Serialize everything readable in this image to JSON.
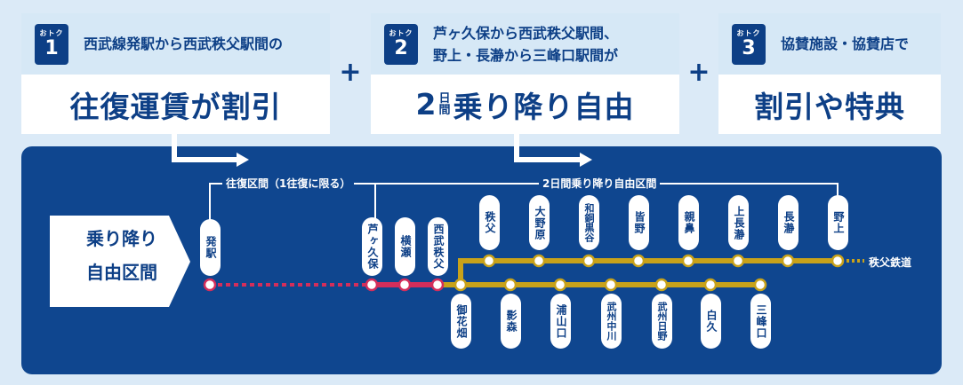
{
  "benefits": [
    {
      "badge_small": "おトク",
      "badge_num": "1",
      "description": "西武線発駅から西武秩父駅間の",
      "main": "往復運賃が割引"
    },
    {
      "badge_small": "おトク",
      "badge_num": "2",
      "description_line1": "芦ヶ久保から西武秩父駅間、",
      "description_line2": "野上・長瀞から三峰口駅間が",
      "main_num": "2",
      "main_days": "日間",
      "main_rest": "乗り降り自由"
    },
    {
      "badge_small": "おトク",
      "badge_num": "3",
      "description": "協賛施設・協賛店で",
      "main": "割引や特典"
    }
  ],
  "plus": "+",
  "diagram": {
    "flag_line1": "乗り降り",
    "flag_line2": "自由区間",
    "round_trip_label": "往復区間（1往復に限る）",
    "free_label": "2日間乗り降り自由区間",
    "ext_label": "秩父鉄道",
    "seibu_stations": [
      "発駅",
      "芦ヶ久保",
      "横瀬",
      "西武秩父"
    ],
    "upper_stations": [
      "秩父",
      "大野原",
      "和銅黒谷",
      "皆野",
      "親鼻",
      "上長瀞",
      "長瀞",
      "野上"
    ],
    "lower_stations": [
      "御花畑",
      "影森",
      "浦山口",
      "武州中川",
      "武州日野",
      "白久",
      "三峰口"
    ],
    "colors": {
      "seibu": "#d42e5b",
      "chichibu": "#c8a21a",
      "panel": "#0f468f",
      "text": "#0d3f86"
    }
  }
}
